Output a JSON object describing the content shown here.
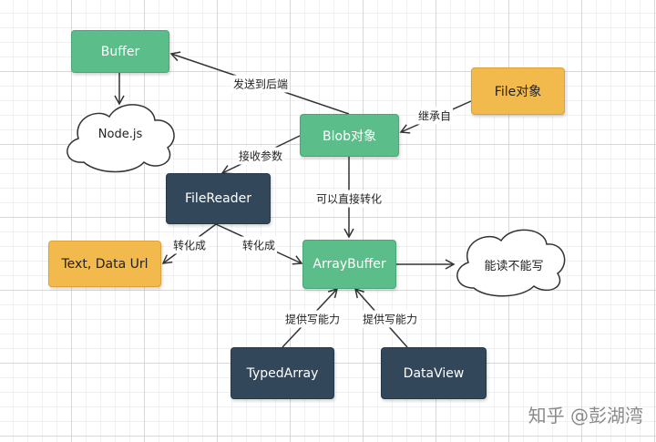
{
  "nodes": {
    "buffer": "Buffer",
    "nodejs": "Node.js",
    "blob": "Blob对象",
    "file": "File对象",
    "filereader": "FileReader",
    "text_dataurl": "Text, Data Url",
    "arraybuffer": "ArrayBuffer",
    "cannot_rw": "能读不能写",
    "typedarray": "TypedArray",
    "dataview": "DataView"
  },
  "edges": {
    "blob_to_buffer": "发送到后端",
    "file_to_blob": "继承自",
    "blob_to_filereader": "接收参数",
    "blob_to_arraybuffer": "可以直接转化",
    "filereader_to_text": "转化成",
    "filereader_to_arraybuffer": "转化成",
    "typedarray_to_arraybuffer": "提供写能力",
    "dataview_to_arraybuffer": "提供写能力"
  },
  "watermark": "知乎 @彭湖湾",
  "colors": {
    "green": "#5bbd8a",
    "navy": "#33475b",
    "yellow": "#f2b94c",
    "line": "#333333"
  }
}
